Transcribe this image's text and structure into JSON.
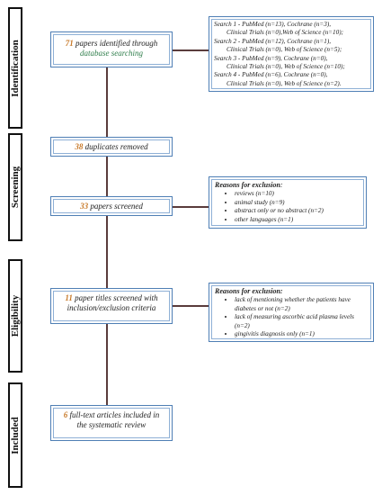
{
  "phases": {
    "identification": "Identification",
    "screening": "Screening",
    "eligibility": "Eligibility",
    "included": "Included"
  },
  "boxes": {
    "identified": {
      "count": "71",
      "text": "papers identified through",
      "text2": "database searching"
    },
    "duplicates": {
      "count": "38",
      "text": "duplicates removed"
    },
    "screened": {
      "count": "33",
      "text": "papers screened"
    },
    "eligibility": {
      "count": "11",
      "text": "paper titles screened with inclusion/exclusion criteria"
    },
    "included": {
      "count": "6",
      "text": "full-text articles included in the systematic review"
    }
  },
  "searches": [
    {
      "label": "Search 1",
      "line1": " - PubMed (n=13), Cochrane (n=3),",
      "line2": "Clinical Trials (n=0),Web of Science (n=10);"
    },
    {
      "label": "Search 2",
      "line1": " - PubMed (n=12), Cochrane (n=1),",
      "line2": "Clinical Trials (n=0), Web of Science (n=5);"
    },
    {
      "label": "Search 3",
      "line1": " - PubMed (n=9), Cochrane (n=0),",
      "line2": "Clinical Trials (n=0), Web of Science (n=10);"
    },
    {
      "label": "Search 4",
      "line1": " - PubMed (n=6), Cochrane (n=0),",
      "line2": "Clinical Trials (n=0), Web of Science (n=2)."
    }
  ],
  "exclusion1": {
    "title": "Reasons for exclusion",
    "title_suffix": ":",
    "items": [
      "reviews (n=10)",
      "animal study (n=9)",
      "abstract only or no abstract (n=2)",
      "other languages (n=1)"
    ]
  },
  "exclusion2": {
    "title": "Reasons for exclusion:",
    "items": [
      "lack of mentioning whether the patients have diabetes or not (n=2)",
      "lack of measuring ascorbic acid plasma levels (n=2)",
      "gingivitis diagnosis only (n=1)"
    ]
  },
  "colors": {
    "count": "#c87a2a",
    "border": "#4f7fb5",
    "connector": "#5a3c3c",
    "green_text": "#2e7d4a"
  }
}
